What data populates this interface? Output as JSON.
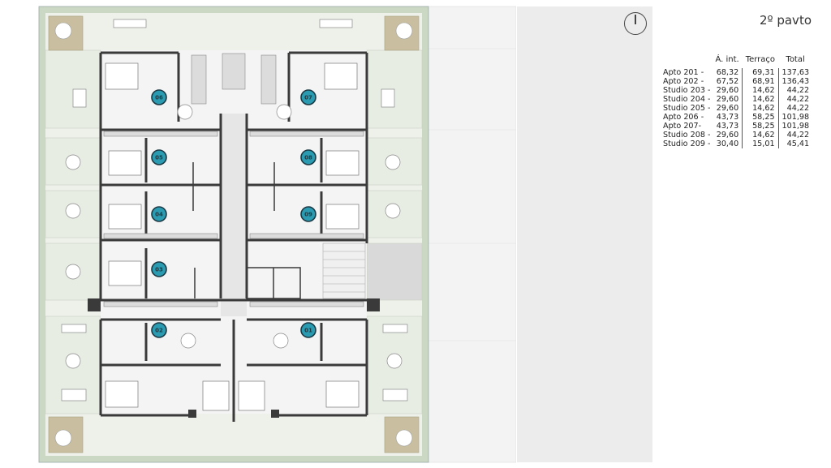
{
  "floor_title": "2º pavto",
  "table": {
    "headers": {
      "area_interna": "Á. int.",
      "terraco": "Terraço",
      "total": "Total"
    },
    "rows": [
      {
        "name": "Apto 201 -",
        "area": "68,32",
        "terraco": "69,31",
        "total": "137,63"
      },
      {
        "name": "Apto 202 -",
        "area": "67,52",
        "terraco": "68,91",
        "total": "136,43"
      },
      {
        "name": "Studio 203 -",
        "area": "29,60",
        "terraco": "14,62",
        "total": "44,22"
      },
      {
        "name": "Studio 204 -",
        "area": "29,60",
        "terraco": "14,62",
        "total": "44,22"
      },
      {
        "name": "Studio 205 -",
        "area": "29,60",
        "terraco": "14,62",
        "total": "44,22"
      },
      {
        "name": "Apto 206 -",
        "area": "43,73",
        "terraco": "58,25",
        "total": "101,98"
      },
      {
        "name": "Apto 207-",
        "area": "43,73",
        "terraco": "58,25",
        "total": "101,98"
      },
      {
        "name": "Studio 208 -",
        "area": "29,60",
        "terraco": "14,62",
        "total": "44,22"
      },
      {
        "name": "Studio 209 -",
        "area": "30,40",
        "terraco": "15,01",
        "total": "45,41"
      }
    ]
  },
  "unit_markers": [
    "06",
    "07",
    "05",
    "08",
    "04",
    "09",
    "03",
    "02",
    "01"
  ],
  "colors": {
    "marker_fill": "#2a9bb0",
    "wall": "#3a3a3a",
    "terrace": "#e8ede4",
    "planter": "#cbd8c3",
    "corner": "#c9bfa0"
  },
  "icons": {
    "compass": "north-arrow-icon"
  }
}
